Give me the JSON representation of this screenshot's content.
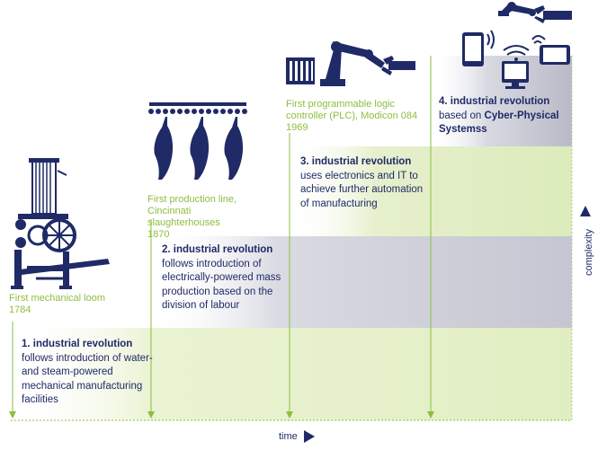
{
  "milestones": [
    {
      "caption": "First mechanical loom",
      "year": "1784"
    },
    {
      "caption": "First production line, Cincinnati slaughterhouses",
      "year": "1870"
    },
    {
      "caption": "First programmable logic controller (PLC), Modicon 084",
      "year": "1969"
    }
  ],
  "revolutions": [
    {
      "title": "1. industrial revolution",
      "description": "follows introduction of water- and steam-powered mechanical manufacturing facilities"
    },
    {
      "title": "2. industrial revolution",
      "description": "follows introduction of electrically-powered mass production based on the division of labour"
    },
    {
      "title": "3. industrial revolution",
      "description": "uses electronics and IT to achieve further automation of manufacturing"
    },
    {
      "title": "4. industrial revolution",
      "description_prefix": "based on ",
      "description_bold": "Cyber-Physical Systemss"
    }
  ],
  "axes": {
    "x_label": "time",
    "y_label": "complexity"
  },
  "colors": {
    "navy": "#1f2a66",
    "green": "#8dbe3f",
    "band_green": "#e3efc6",
    "band_gray": "#cdced8"
  },
  "icons": [
    "loom-icon",
    "hanging-carcass-icon",
    "plc-robot-arm-icon",
    "smartphone-icon",
    "wifi-icon",
    "computer-icon",
    "tablet-icon",
    "robot-arm-icon"
  ]
}
